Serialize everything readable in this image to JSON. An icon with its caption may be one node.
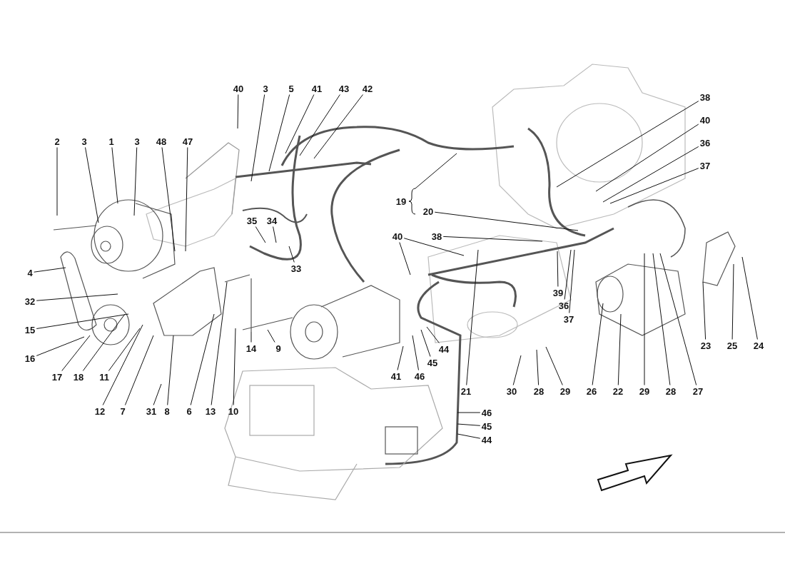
{
  "diagram": {
    "nodes": [
      {
        "text": [
          "40"
        ]
      },
      {
        "text": [
          "3"
        ]
      },
      {
        "text": [
          "5"
        ]
      },
      {
        "text": [
          "41"
        ]
      },
      {
        "text": [
          "43"
        ]
      },
      {
        "text": [
          "42"
        ]
      },
      {
        "text": [
          "38"
        ]
      },
      {
        "text": [
          "40"
        ]
      },
      {
        "text": [
          "36"
        ]
      },
      {
        "text": [
          "37"
        ]
      },
      {
        "text": [
          "2"
        ]
      },
      {
        "text": [
          "3"
        ]
      },
      {
        "text": [
          "1"
        ]
      },
      {
        "text": [
          "3"
        ]
      },
      {
        "text": [
          "48"
        ]
      },
      {
        "text": [
          "47"
        ]
      },
      {
        "text": [
          "19"
        ]
      },
      {
        "text": [
          "20"
        ]
      },
      {
        "text": [
          "35"
        ]
      },
      {
        "text": [
          "34"
        ]
      },
      {
        "text": [
          "40"
        ]
      },
      {
        "text": [
          "38"
        ]
      },
      {
        "text": [
          "33"
        ]
      },
      {
        "text": [
          "4"
        ]
      },
      {
        "text": [
          "39"
        ]
      },
      {
        "text": [
          "32"
        ]
      },
      {
        "text": [
          "36"
        ]
      },
      {
        "text": [
          "37"
        ]
      },
      {
        "text": [
          "15"
        ]
      },
      {
        "text": [
          "23"
        ]
      },
      {
        "text": [
          "25"
        ]
      },
      {
        "text": [
          "24"
        ]
      },
      {
        "text": [
          "14"
        ]
      },
      {
        "text": [
          "9"
        ]
      },
      {
        "text": [
          "44"
        ]
      },
      {
        "text": [
          "16"
        ]
      },
      {
        "text": [
          "45"
        ]
      },
      {
        "text": [
          "41"
        ]
      },
      {
        "text": [
          "46"
        ]
      },
      {
        "text": [
          "17"
        ]
      },
      {
        "text": [
          "18"
        ]
      },
      {
        "text": [
          "11"
        ]
      },
      {
        "text": [
          "21"
        ]
      },
      {
        "text": [
          "30"
        ]
      },
      {
        "text": [
          "28"
        ]
      },
      {
        "text": [
          "29"
        ]
      },
      {
        "text": [
          "26"
        ]
      },
      {
        "text": [
          "22"
        ]
      },
      {
        "text": [
          "29"
        ]
      },
      {
        "text": [
          "28"
        ]
      },
      {
        "text": [
          "27"
        ]
      },
      {
        "text": [
          "12"
        ]
      },
      {
        "text": [
          "7"
        ]
      },
      {
        "text": [
          "31"
        ]
      },
      {
        "text": [
          "8"
        ]
      },
      {
        "text": [
          "6"
        ]
      },
      {
        "text": [
          "13"
        ]
      },
      {
        "text": [
          "10"
        ]
      },
      {
        "text": [
          "46"
        ]
      },
      {
        "text": [
          "45"
        ]
      },
      {
        "text": [
          "44"
        ]
      }
    ],
    "edges": [
      {
        "from": 0,
        "to": null,
        "arrow": "none"
      },
      {
        "from": 1,
        "to": null,
        "arrow": "none"
      },
      {
        "from": 2,
        "to": null,
        "arrow": "none"
      },
      {
        "from": 3,
        "to": null,
        "arrow": "none"
      },
      {
        "from": 4,
        "to": null,
        "arrow": "none"
      },
      {
        "from": 5,
        "to": null,
        "arrow": "none"
      },
      {
        "from": 6,
        "to": null,
        "arrow": "none"
      },
      {
        "from": 7,
        "to": null,
        "arrow": "none"
      },
      {
        "from": 8,
        "to": null,
        "arrow": "none"
      },
      {
        "from": 9,
        "to": null,
        "arrow": "none"
      },
      {
        "from": 10,
        "to": null,
        "arrow": "none"
      },
      {
        "from": 11,
        "to": null,
        "arrow": "none"
      },
      {
        "from": 12,
        "to": null,
        "arrow": "none"
      },
      {
        "from": 13,
        "to": null,
        "arrow": "none"
      },
      {
        "from": 14,
        "to": null,
        "arrow": "none"
      },
      {
        "from": 15,
        "to": null,
        "arrow": "none"
      },
      {
        "from": 16,
        "to": null,
        "arrow": "none"
      },
      {
        "from": 17,
        "to": null,
        "arrow": "none"
      },
      {
        "from": 18,
        "to": null,
        "arrow": "none"
      },
      {
        "from": 19,
        "to": null,
        "arrow": "none"
      },
      {
        "from": 20,
        "to": null,
        "arrow": "none"
      },
      {
        "from": 20,
        "to": null,
        "arrow": "none"
      },
      {
        "from": 21,
        "to": null,
        "arrow": "none"
      },
      {
        "from": 22,
        "to": null,
        "arrow": "none"
      },
      {
        "from": 23,
        "to": null,
        "arrow": "none"
      },
      {
        "from": 24,
        "to": null,
        "arrow": "none"
      },
      {
        "from": 25,
        "to": null,
        "arrow": "none"
      },
      {
        "from": 26,
        "to": null,
        "arrow": "none"
      },
      {
        "from": 27,
        "to": null,
        "arrow": "none"
      },
      {
        "from": 28,
        "to": null,
        "arrow": "none"
      },
      {
        "from": 29,
        "to": null,
        "arrow": "none"
      },
      {
        "from": 30,
        "to": null,
        "arrow": "none"
      },
      {
        "from": 31,
        "to": null,
        "arrow": "none"
      },
      {
        "from": 32,
        "to": null,
        "arrow": "none"
      },
      {
        "from": 33,
        "to": null,
        "arrow": "none"
      },
      {
        "from": 34,
        "to": null,
        "arrow": "none"
      },
      {
        "from": 35,
        "to": null,
        "arrow": "none"
      },
      {
        "from": 36,
        "to": null,
        "arrow": "none"
      },
      {
        "from": 37,
        "to": null,
        "arrow": "none"
      },
      {
        "from": 38,
        "to": null,
        "arrow": "none"
      },
      {
        "from": 39,
        "to": null,
        "arrow": "none"
      },
      {
        "from": 40,
        "to": null,
        "arrow": "none"
      },
      {
        "from": 41,
        "to": null,
        "arrow": "none"
      },
      {
        "from": 42,
        "to": null,
        "arrow": "none"
      },
      {
        "from": 43,
        "to": null,
        "arrow": "none"
      },
      {
        "from": 44,
        "to": null,
        "arrow": "none"
      },
      {
        "from": 45,
        "to": null,
        "arrow": "none"
      },
      {
        "from": 46,
        "to": null,
        "arrow": "none"
      },
      {
        "from": 47,
        "to": null,
        "arrow": "none"
      },
      {
        "from": 48,
        "to": null,
        "arrow": "none"
      },
      {
        "from": 49,
        "to": null,
        "arrow": "none"
      },
      {
        "from": 50,
        "to": null,
        "arrow": "none"
      },
      {
        "from": 51,
        "to": null,
        "arrow": "none"
      },
      {
        "from": 52,
        "to": null,
        "arrow": "none"
      },
      {
        "from": 53,
        "to": null,
        "arrow": "none"
      },
      {
        "from": 54,
        "to": null,
        "arrow": "none"
      },
      {
        "from": 55,
        "to": null,
        "arrow": "none"
      },
      {
        "from": 56,
        "to": null,
        "arrow": "none"
      },
      {
        "from": 57,
        "to": null,
        "arrow": "none"
      },
      {
        "from": 58,
        "to": null,
        "arrow": "none"
      },
      {
        "from": 59,
        "to": null,
        "arrow": "none"
      },
      {
        "from": 60,
        "to": null,
        "arrow": "none"
      }
    ]
  }
}
